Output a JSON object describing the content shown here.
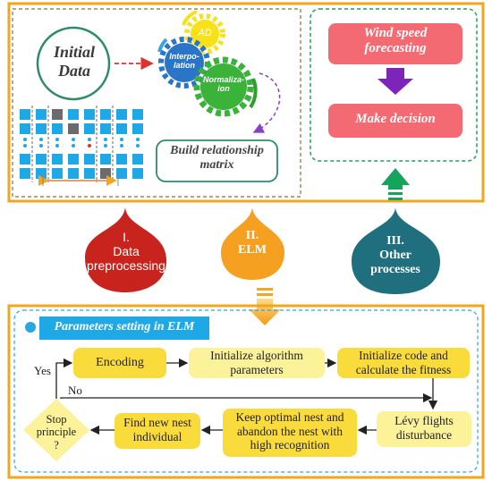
{
  "top": {
    "initial_data": [
      "Initial",
      "Data"
    ],
    "gears": {
      "ad": "AD",
      "interpolation": [
        "Interpo-",
        "lation"
      ],
      "normalization": [
        "Normaliza-",
        "ion"
      ]
    },
    "build_relationship_matrix": [
      "Build relationship",
      "matrix"
    ],
    "wind_speed_forecasting": [
      "Wind speed",
      "forecasting"
    ],
    "make_decision": "Make decision"
  },
  "stages": [
    {
      "label": [
        "I.",
        "Data",
        "preprocessing"
      ],
      "color": "#c8231c"
    },
    {
      "label": [
        "II.",
        "ELM"
      ],
      "color": "#f5a021"
    },
    {
      "label": [
        "III.",
        "Other",
        "processes"
      ],
      "color": "#1f6f7f"
    }
  ],
  "bottom": {
    "parameters_title": "Parameters setting in ELM",
    "encoding": "Encoding",
    "initialize_algorithm": [
      "Initialize algorithm",
      "parameters"
    ],
    "initialize_code": [
      "Initialize code and",
      "calculate the fitness"
    ],
    "levy_flights": [
      "Lévy flights",
      "disturbance"
    ],
    "keep_optimal": [
      "Keep optimal nest and",
      "abandon the nest with",
      "high recognition"
    ],
    "find_new_nest": [
      "Find new nest",
      "individual"
    ],
    "stop_principle": [
      "Stop",
      "principle",
      "?"
    ],
    "yes": "Yes",
    "no": "No"
  },
  "colors": {
    "orange_frame": "#f2a51f",
    "green_dashed": "#1aa35a",
    "dark_dashed": "#8a6d3b",
    "blue_dashed": "#2aa6e0",
    "pink_box": "#f46a72",
    "purple_arrow": "#7c25b8",
    "green_arrow": "#16a35c",
    "yellow_box": "#fadb3c",
    "light_yellow": "#fbf29a",
    "blue_bar": "#1ea8e6"
  }
}
